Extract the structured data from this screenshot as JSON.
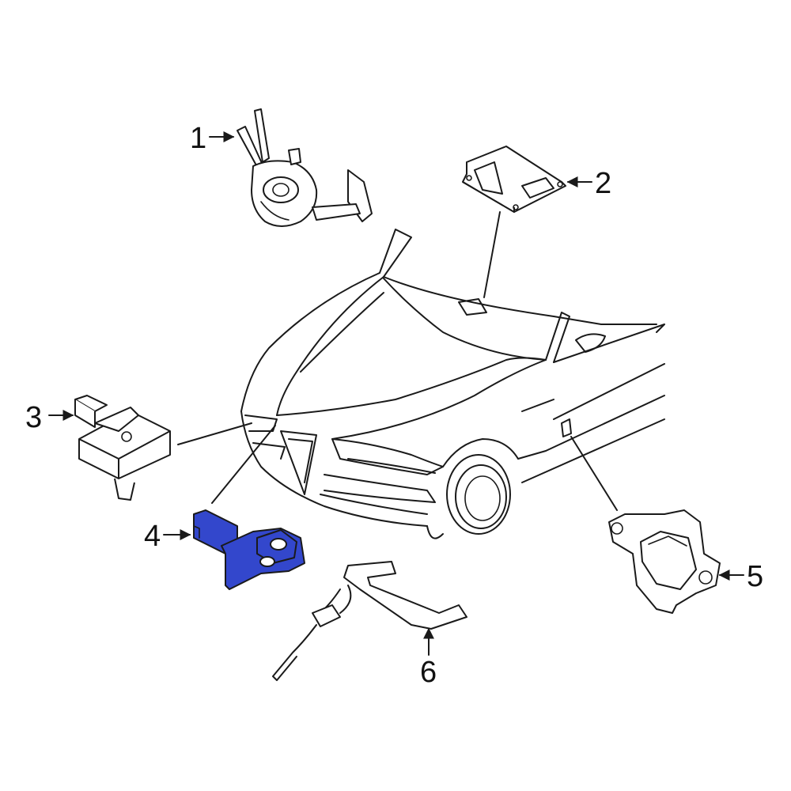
{
  "colors": {
    "highlight": "#3347cc",
    "line": "#1a1a1a",
    "background": "#ffffff"
  },
  "callouts": [
    {
      "id": "1",
      "label": "1"
    },
    {
      "id": "2",
      "label": "2"
    },
    {
      "id": "3",
      "label": "3"
    },
    {
      "id": "4",
      "label": "4"
    },
    {
      "id": "5",
      "label": "5"
    },
    {
      "id": "6",
      "label": "6"
    }
  ],
  "highlighted_part": "4"
}
